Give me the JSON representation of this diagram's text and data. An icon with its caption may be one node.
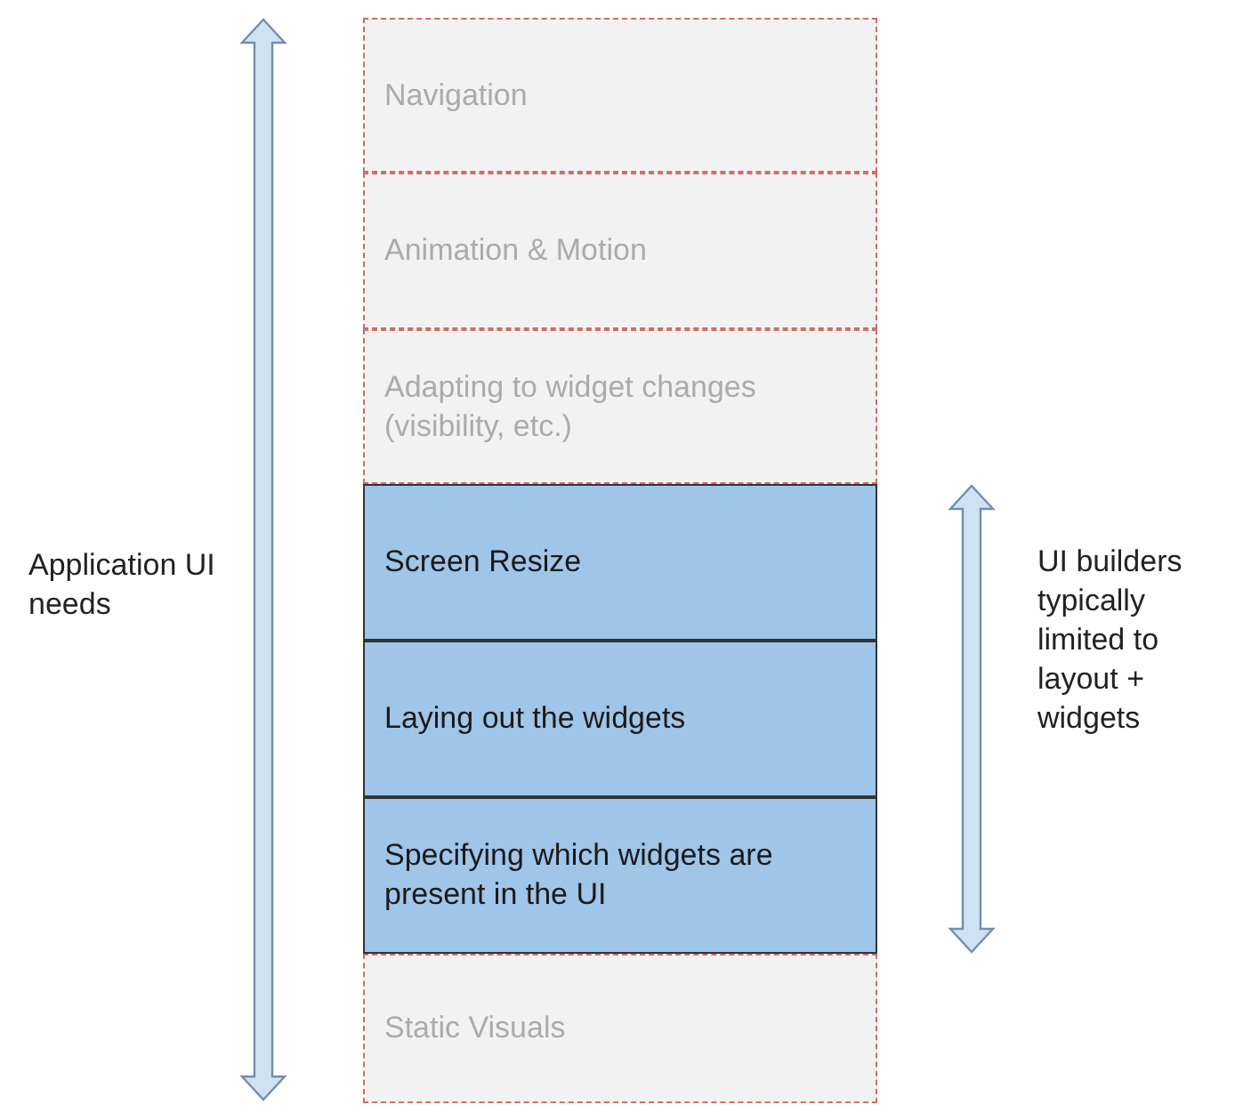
{
  "diagram": {
    "nodes": [
      {
        "text": [
          "Navigation"
        ]
      },
      {
        "text": [
          "Animation & Motion"
        ]
      },
      {
        "text": [
          "Adapting to widget changes (visibility, etc.)"
        ]
      },
      {
        "text": [
          "Screen Resize"
        ]
      },
      {
        "text": [
          "Laying out the widgets"
        ]
      },
      {
        "text": [
          "Specifying which widgets are present in the UI"
        ]
      },
      {
        "text": [
          "Static Visuals"
        ]
      }
    ],
    "labels": [
      "Application UI needs",
      "UI builders typically limited to layout + widgets"
    ]
  }
}
